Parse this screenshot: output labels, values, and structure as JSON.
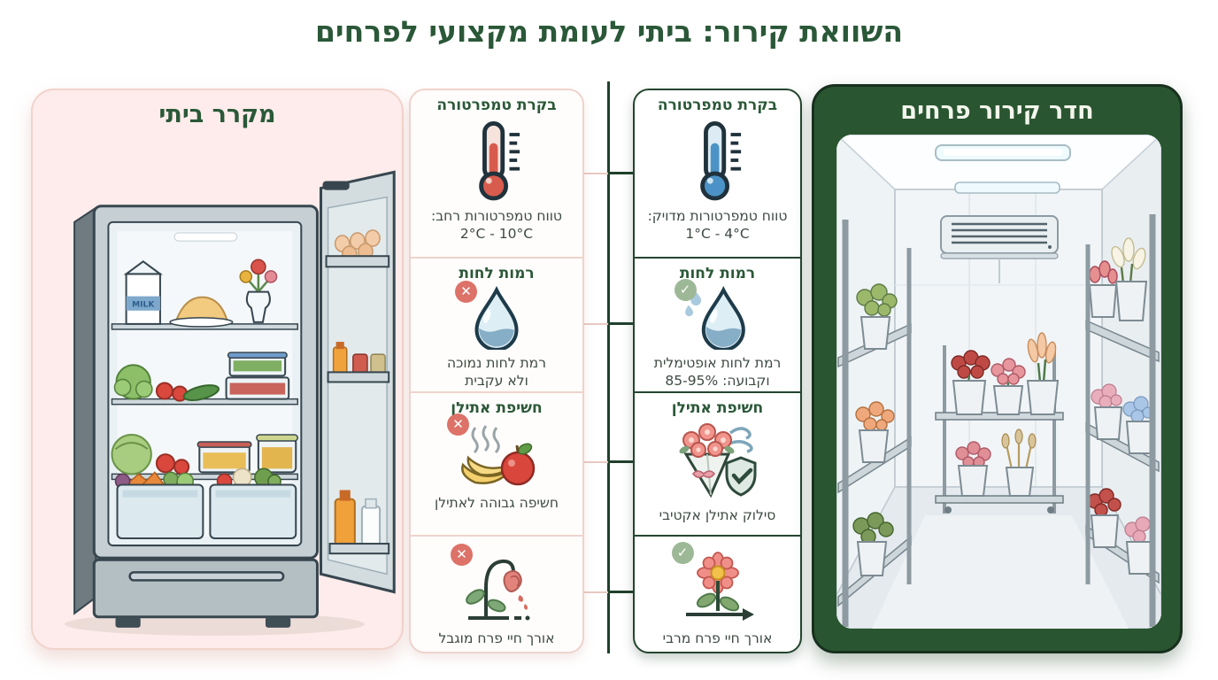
{
  "title": "השוואת קירור: ביתי לעומת מקצועי לפרחים",
  "left_panel": {
    "title": "מקרר ביתי",
    "illustration": "open-home-refrigerator-with-food",
    "milk_label": "MILK"
  },
  "right_panel": {
    "title": "חדר קירור פרחים",
    "illustration": "flower-cold-room-with-shelves"
  },
  "comparison": {
    "home": {
      "rows": [
        {
          "header": "בקרת טמפרטורה",
          "icon": "thermometer-warm-icon",
          "line1": "טווח טמפרטורות רחב:",
          "line2": "2°C - 10°C",
          "status": "none"
        },
        {
          "header": "רמות לחות",
          "icon": "water-drop-icon",
          "line1": "רמת לחות נמוכה",
          "line2": "ולא עקבית",
          "status": "bad"
        },
        {
          "header": "חשיפת אתילן",
          "icon": "fruit-ethylene-icon",
          "line1": "חשיפה גבוהה לאתילן",
          "line2": "",
          "status": "bad"
        },
        {
          "header": "",
          "icon": "wilted-flower-icon",
          "line1": "אורך חיי פרח מוגבל",
          "line2": "",
          "status": "bad"
        }
      ]
    },
    "pro": {
      "rows": [
        {
          "header": "בקרת טמפרטורה",
          "icon": "thermometer-cold-icon",
          "line1": "טווח טמפרטורות מדויק:",
          "line2": "1°C - 4°C",
          "status": "none"
        },
        {
          "header": "רמות לחות",
          "icon": "humidity-drops-icon",
          "line1": "רמת לחות אופטימלית",
          "line2": "וקבועה: 85-95%",
          "status": "good"
        },
        {
          "header": "חשיפת אתילן",
          "icon": "bouquet-shield-icon",
          "line1": "סילוק אתילן אקטיבי",
          "line2": "",
          "status": "shield-check"
        },
        {
          "header": "",
          "icon": "healthy-flower-icon",
          "line1": "אורך חיי פרח מרבי",
          "line2": "",
          "status": "good"
        }
      ]
    }
  },
  "badges": {
    "bad": "✕",
    "good": "✓"
  },
  "colors": {
    "accent_green": "#2a5838",
    "panel_pink": "#fdeceb",
    "panel_green": "#2a5531",
    "bad_red": "#dd7268",
    "good_green": "#9db896",
    "thermo_warm": "#d85c4e",
    "thermo_cold": "#4b93c6"
  }
}
